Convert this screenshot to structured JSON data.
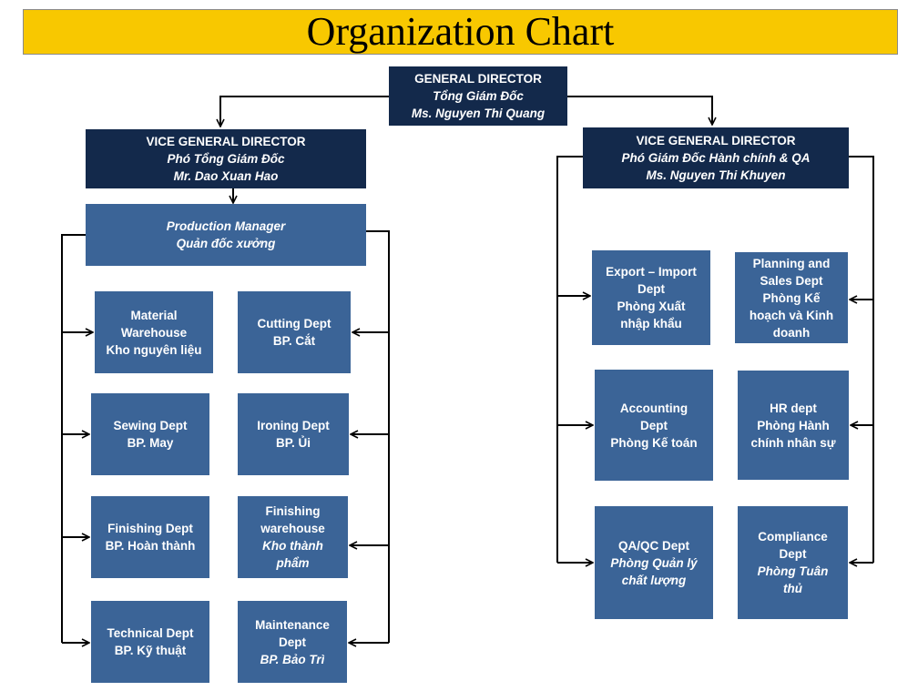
{
  "title": "Organization Chart",
  "general_director": {
    "l1": "GENERAL  DIRECTOR",
    "l2": "Tổng Giám Đốc",
    "l3": "Ms. Nguyen Thi Quang"
  },
  "vgd_left": {
    "l1": "VICE GENERAL DIRECTOR",
    "l2": "Phó Tổng Giám Đốc",
    "l3": "Mr. Dao Xuan Hao"
  },
  "vgd_right": {
    "l1": "VICE GENERAL DIRECTOR",
    "l2": "Phó Giám Đốc Hành chính & QA",
    "l3": "Ms. Nguyen Thi Khuyen"
  },
  "production_manager": {
    "l1": "Production Manager",
    "l2": "Quản đốc xưởng"
  },
  "depts": {
    "material_warehouse": {
      "l1": "Material",
      "l2": "Warehouse",
      "l3": "Kho nguyên liệu"
    },
    "cutting": {
      "l1": "Cutting Dept",
      "l2": "BP. Cắt"
    },
    "sewing": {
      "l1": "Sewing Dept",
      "l2": "BP. May"
    },
    "ironing": {
      "l1": "Ironing Dept",
      "l2": "BP. Ủi"
    },
    "finishing": {
      "l1": "Finishing Dept",
      "l2": "BP. Hoàn thành"
    },
    "finishing_warehouse": {
      "l1": "Finishing",
      "l2": "warehouse",
      "l3": "Kho thành",
      "l4": "phẩm"
    },
    "technical": {
      "l1": "Technical Dept",
      "l2": "BP. Kỹ thuật"
    },
    "maintenance": {
      "l1": "Maintenance",
      "l2": "Dept",
      "l3": "BP. Bảo Trì"
    },
    "export_import": {
      "l1": "Export – Import",
      "l2": "Dept",
      "l3": "Phòng Xuất",
      "l4": "nhập khẩu"
    },
    "planning_sales": {
      "l1": "Planning and",
      "l2": "Sales Dept",
      "l3": "Phòng Kế",
      "l4": "hoạch và Kinh",
      "l5": "doanh"
    },
    "accounting": {
      "l1": "Accounting",
      "l2": "Dept",
      "l3": "Phòng Kế toán"
    },
    "hr": {
      "l1": "HR dept",
      "l2": "Phòng Hành",
      "l3": "chính nhân sự"
    },
    "qaqc": {
      "l1": "QA/QC Dept",
      "l2": "Phòng Quản lý",
      "l3": "chất lượng"
    },
    "compliance": {
      "l1": "Compliance",
      "l2": "Dept",
      "l3": "Phòng Tuân",
      "l4": "thủ"
    }
  },
  "colors": {
    "title_bg": "#f8c800",
    "dark_box": "#13294b",
    "dept_box": "#3b6497"
  }
}
